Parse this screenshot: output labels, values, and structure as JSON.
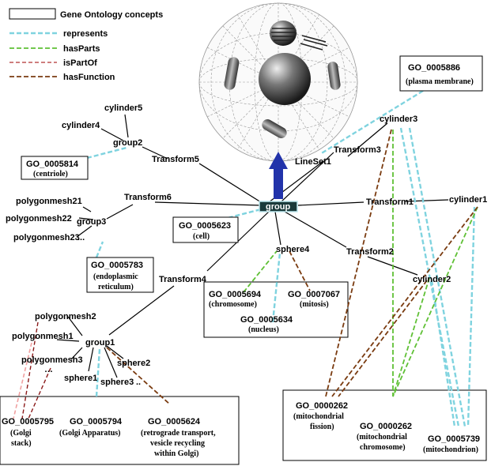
{
  "legend": {
    "concepts": "Gene Ontology concepts",
    "represents": "represents",
    "hasParts": "hasParts",
    "isPartOf": "isPartOf",
    "hasFunction": "hasFunction",
    "colors": {
      "represents": "#7fd3df",
      "hasParts": "#5fc035",
      "isPartOf": "#b03030",
      "hasFunction": "#7a3b10",
      "arrow": "#2233aa"
    }
  },
  "nodes": {
    "group": "group",
    "group1": "group1",
    "group2": "group2",
    "group3": "group3",
    "cylinder1": "cylinder1",
    "cylinder2": "cylinder2",
    "cylinder3": "cylinder3",
    "cylinder4": "cylinder4",
    "cylinder5": "cylinder5",
    "sphere1": "sphere1",
    "sphere2": "sphere2",
    "sphere3": "sphere3",
    "sphere4": "sphere4",
    "transform1": "Transform1",
    "transform2": "Transform2",
    "transform3": "Transform3",
    "transform4": "Transform4",
    "transform5": "Transform5",
    "transform6": "Transform6",
    "lineset1": "LineSet1",
    "polygonmesh1": "polygonmesh1",
    "polygonmesh2": "polygonmesh2",
    "polygonmesh3": "polygonmesh3",
    "polygonmesh21": "polygonmesh21",
    "polygonmesh22": "polygonmesh22",
    "polygonmesh23": "polygonmesh23",
    "ellipsis": "...",
    "ellipsis2": "..",
    "ellipsis3": "…"
  },
  "go": {
    "plasma_membrane": {
      "id": "GO_0005886",
      "name": "(plasma membrane)"
    },
    "centriole": {
      "id": "GO_0005814",
      "name": "(centriole)"
    },
    "cell": {
      "id": "GO_0005623",
      "name": "(cell)"
    },
    "er": {
      "id": "GO_0005783",
      "name1": "(endoplasmic",
      "name2": "reticulum)"
    },
    "chromosome": {
      "id": "GO_0005694",
      "name": "(chromosome)"
    },
    "mitosis": {
      "id": "GO_0007067",
      "name": "(mitosis)"
    },
    "nucleus": {
      "id": "GO_0005634",
      "name": "(nucleus)"
    },
    "golgi_stack": {
      "id": "GO_0005795",
      "name1": "(Golgi",
      "name2": "stack)"
    },
    "golgi_app": {
      "id": "GO_0005794",
      "name": "(Golgi Apparatus)"
    },
    "golgi_transport": {
      "id": "GO_0005624",
      "name1": "(retrograde transport,",
      "name2": "vesicle recycling",
      "name3": "within Golgi)"
    },
    "mito_fission": {
      "id": "GO_0000262",
      "name1": "(mitochondrial",
      "name2": "fission)"
    },
    "mito_chromosome": {
      "id": "GO_0000262",
      "name1": "(mitochondrial",
      "name2": "chromosome)"
    },
    "mitochondrion": {
      "id": "GO_0005739",
      "name": "(mitochondrion)"
    }
  }
}
